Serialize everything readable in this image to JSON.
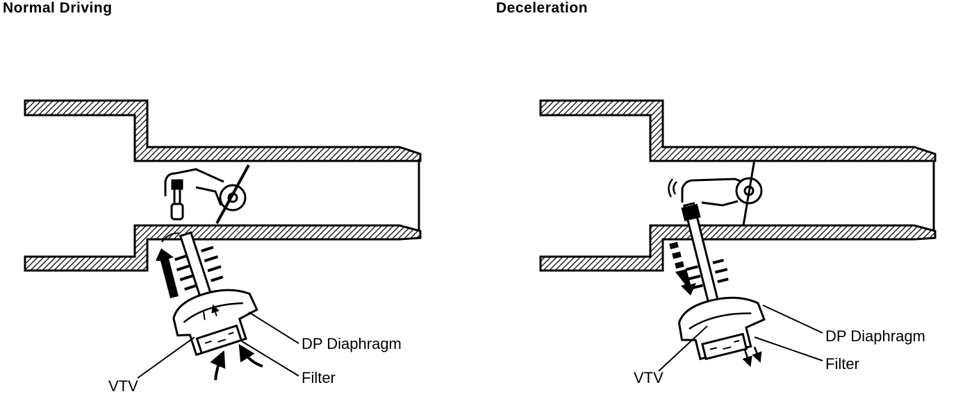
{
  "panels": [
    {
      "title": "Normal Driving",
      "labels": {
        "diaphragm": "DP Diaphragm",
        "filter": "Filter",
        "vtv": "VTV"
      }
    },
    {
      "title": "Deceleration",
      "labels": {
        "diaphragm": "DP Diaphragm",
        "filter": "Filter",
        "vtv": "VTV"
      }
    }
  ]
}
